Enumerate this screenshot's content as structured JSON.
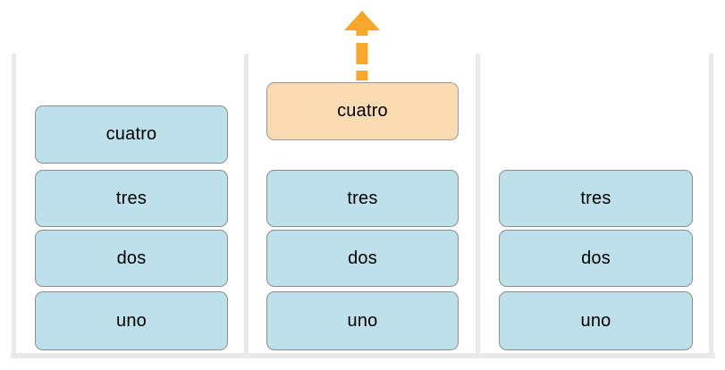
{
  "diagram": {
    "kind": "stack-pop-sequence",
    "panels": [
      {
        "id": "stack-before",
        "items": [
          "cuatro",
          "tres",
          "dos",
          "uno"
        ]
      },
      {
        "id": "stack-popping",
        "items": [
          "cuatro",
          "tres",
          "dos",
          "uno"
        ],
        "popping_item": "cuatro",
        "arrow_direction": "up"
      },
      {
        "id": "stack-after",
        "items": [
          "tres",
          "dos",
          "uno"
        ]
      }
    ],
    "colors": {
      "item_fill": "#bde0eb",
      "item_border": "#8c8c8c",
      "pop_item_fill": "#fbdcb2",
      "pop_item_border": "#979797",
      "arrow": "#f5a62b",
      "container": "#e9e9e9",
      "text": "#000000"
    }
  }
}
